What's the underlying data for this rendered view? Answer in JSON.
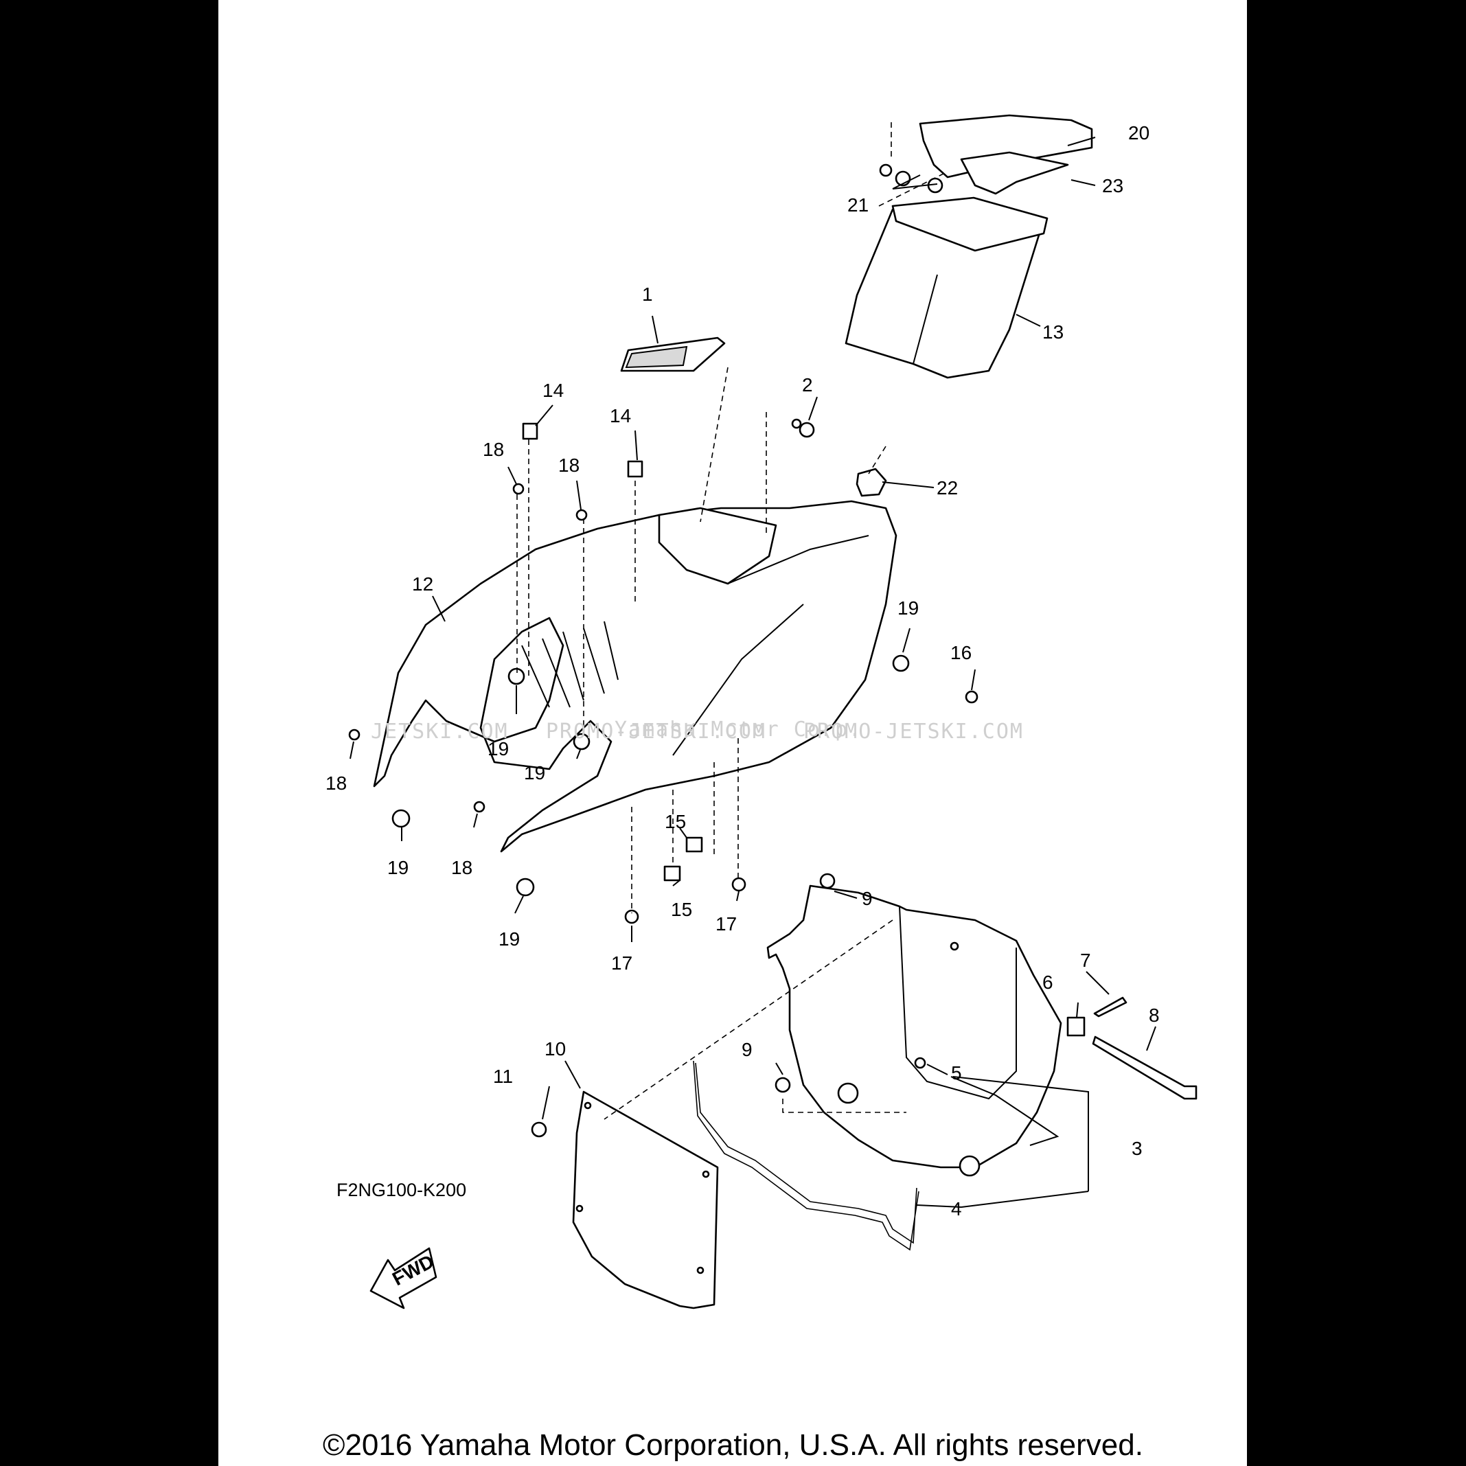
{
  "callouts": {
    "c1": "1",
    "c2": "2",
    "c3": "3",
    "c4": "4",
    "c5": "5",
    "c6": "6",
    "c7": "7",
    "c8": "8",
    "c9a": "9",
    "c9b": "9",
    "c10": "10",
    "c11": "11",
    "c12": "12",
    "c13": "13",
    "c14a": "14",
    "c14b": "14",
    "c15a": "15",
    "c15b": "15",
    "c16": "16",
    "c17a": "17",
    "c17b": "17",
    "c18a": "18",
    "c18b": "18",
    "c18c": "18",
    "c18d": "18",
    "c19a": "19",
    "c19b": "19",
    "c19c": "19",
    "c19d": "19",
    "c19e": "19",
    "c20": "20",
    "c21": "21",
    "c22": "22",
    "c23": "23"
  },
  "fwd_label": "FWD",
  "diagram_code": "F2NG100-K200",
  "watermark": {
    "left": "JETSKI.COM",
    "mid": "PROMO-JETSKI.COM",
    "right": "PROMO-JETSKI.COM",
    "overlay": "Yamaha Motor Corp."
  },
  "copyright": "©2016 Yamaha Motor Corporation, U.S.A. All rights reserved."
}
